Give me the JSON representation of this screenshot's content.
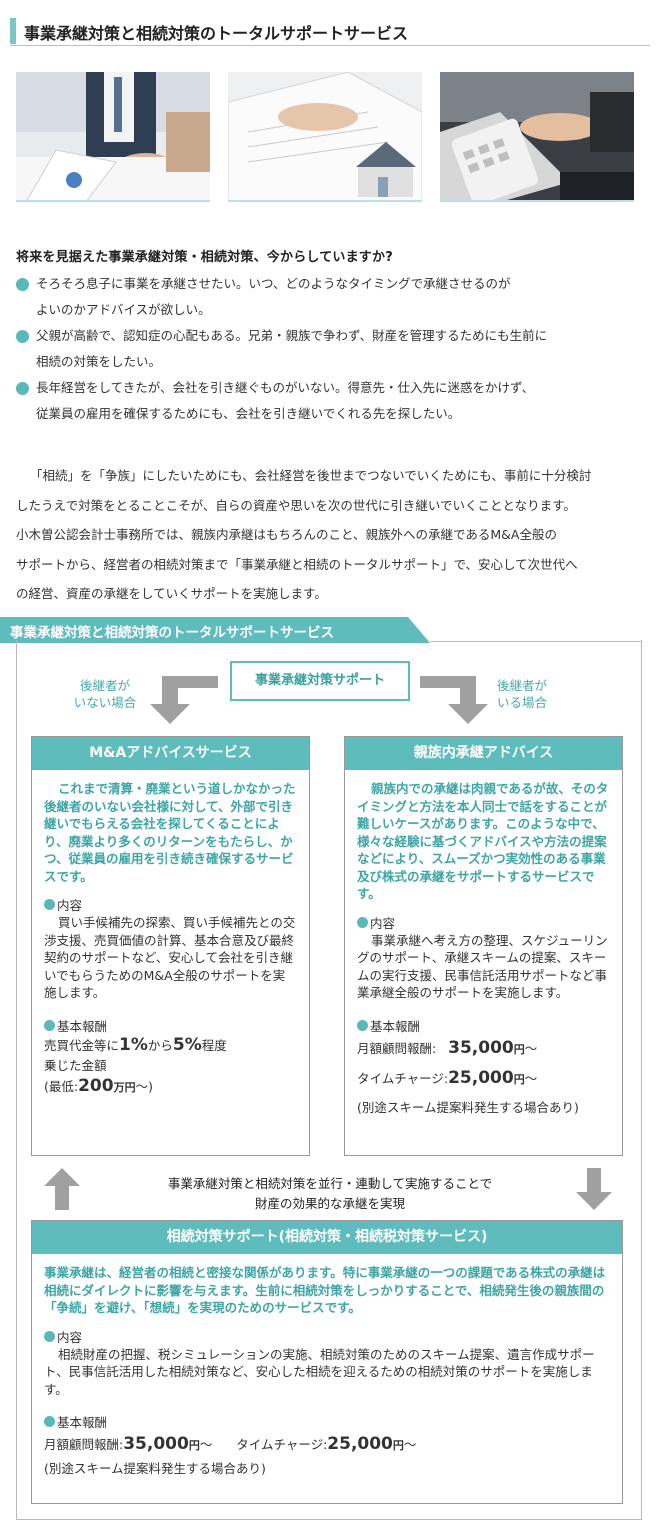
{
  "page_title": "事業承継対策と相続対策のトータルサポートサービス",
  "photos": [
    {
      "icon": "business-meeting-photo"
    },
    {
      "icon": "documents-house-photo"
    },
    {
      "icon": "calculator-laptop-photo"
    }
  ],
  "intro": {
    "heading": "将来を見据えた事業承継対策・相続対策、今からしていますか?",
    "bullets": [
      {
        "line1": "そろそろ息子に事業を承継させたい。いつ、どのようなタイミングで承継させるのが",
        "line2": "よいのかアドバイスが欲しい。"
      },
      {
        "line1": "父親が高齢で、認知症の心配もある。兄弟・親族で争わず、財産を管理するためにも生前に",
        "line2": "相続の対策をしたい。"
      },
      {
        "line1": "長年経営をしてきたが、会社を引き継ぐものがいない。得意先・仕入先に迷惑をかけず、",
        "line2": "従業員の雇用を確保するためにも、会社を引き継いでくれる先を探したい。"
      }
    ],
    "paragraph": [
      "「相続」を「争族」にしたいためにも、会社経営を後世までつないでいくためにも、事前に十分検討",
      "したうえで対策をとることこそが、自らの資産や思いを次の世代に引き継いでいくこととなります。",
      "小木曽公認会計士事務所では、親族内承継はもちろんのこと、親族外への承継であるM&A全般の",
      "サポートから、経営者の相続対策まで「事業承継と相続のトータルサポート」で、安心して次世代へ",
      "の経営、資産の承継をしていくサポートを実施します。"
    ]
  },
  "section": {
    "title": "事業承継対策と相続対策のトータルサポートサービス",
    "support_label": "事業承継対策サポート",
    "left_note": [
      "後継者が",
      "いない場合"
    ],
    "right_note": [
      "後継者が",
      "いる場合"
    ],
    "center_note": [
      "事業承継対策と相続対策を並行・連動して実施することで",
      "財産の効果的な承継を実現"
    ]
  },
  "ma_box": {
    "title": "M&Aアドバイスサービス",
    "lead": "これまで清算・廃業という道しかなかった後継者のいない会社様に対して、外部で引き継いでもらえる会社を探してくることにより、廃業より多くのリターンをもたらし、かつ、従業員の雇用を引き続き確保するサービスです。",
    "content_label": "内容",
    "content": "買い手候補先の探索、買い手候補先との交渉支援、売買価値の計算、基本合意及び最終契約のサポートなど、安心して会社を引き継いでもらうためのM&A全般のサポートを実施します。",
    "fee_label": "基本報酬",
    "fee_prefix": "売買代金等に",
    "fee_rate1": "1%",
    "fee_mid": "から",
    "fee_rate2": "5%",
    "fee_suffix": "程度",
    "fee_line2": "乗じた金額",
    "min_prefix": "(最低:",
    "min_amount": "200",
    "min_unit": "万円",
    "min_suffix": "〜)"
  },
  "family_box": {
    "title": "親族内承継アドバイス",
    "lead": "親族内での承継は肉親であるが故、そのタイミングと方法を本人同士で話をすることが難しいケースがあります。このような中で、様々な経験に基づくアドバイスや方法の提案などにより、スムーズかつ実効性のある事業及び株式の承継をサポートするサービスです。",
    "content_label": "内容",
    "content": "事業承継へ考え方の整理、スケジューリングのサポート、承継スキームの提案、スキームの実行支援、民事信託活用サポートなど事業承継全般のサポートを実施します。",
    "fee_label": "基本報酬",
    "monthly_label": "月額顧問報酬:",
    "monthly_amount": "35,000",
    "yen": "円",
    "tilde": "〜",
    "hourly_label": "タイムチャージ:",
    "hourly_amount": "25,000",
    "note": "(別途スキーム提案料発生する場合あり)"
  },
  "inherit_box": {
    "title": "相続対策サポート(相続対策・相続税対策サービス)",
    "lead": "事業承継は、経営者の相続と密接な関係があります。特に事業承継の一つの課題である株式の承継は相続にダイレクトに影響を与えます。生前に相続対策をしっかりすることで、相続発生後の親族間の「争続」を避け、「想続」を実現のためのサービスです。",
    "content_label": "内容",
    "content": "相続財産の把握、税シミュレーションの実施、相続対策のためのスキーム提案、遺言作成サポート、民事信託活用した相続対策など、安心した相続を迎えるための相続対策のサポートを実施します。",
    "fee_label": "基本報酬",
    "monthly_label": "月額顧問報酬:",
    "monthly_amount": "35,000",
    "yen": "円",
    "tilde": "〜",
    "hourly_label": "タイムチャージ:",
    "hourly_amount": "25,000",
    "note": "(別途スキーム提案料発生する場合あり)"
  },
  "colors": {
    "accent": "#5fbcbc",
    "accent_text": "#3fa6a6",
    "arrow": "#a0a0a0"
  }
}
